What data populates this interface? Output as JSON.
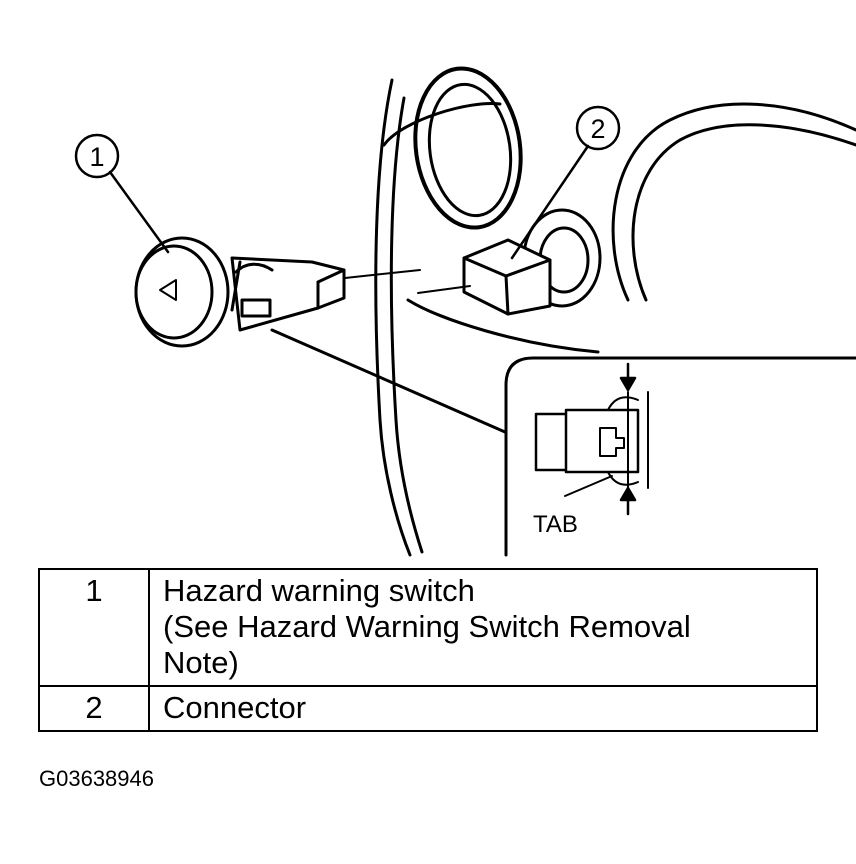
{
  "callouts": {
    "one": "1",
    "two": "2",
    "tab": "TAB"
  },
  "legend": {
    "rows": [
      {
        "num": "1",
        "lines": [
          "Hazard warning switch",
          "(See Hazard Warning Switch Removal",
          "Note)"
        ]
      },
      {
        "num": "2",
        "lines": [
          "Connector"
        ]
      }
    ]
  },
  "figure_id": "G03638946",
  "colors": {
    "ink": "#000000",
    "paper": "#ffffff"
  }
}
